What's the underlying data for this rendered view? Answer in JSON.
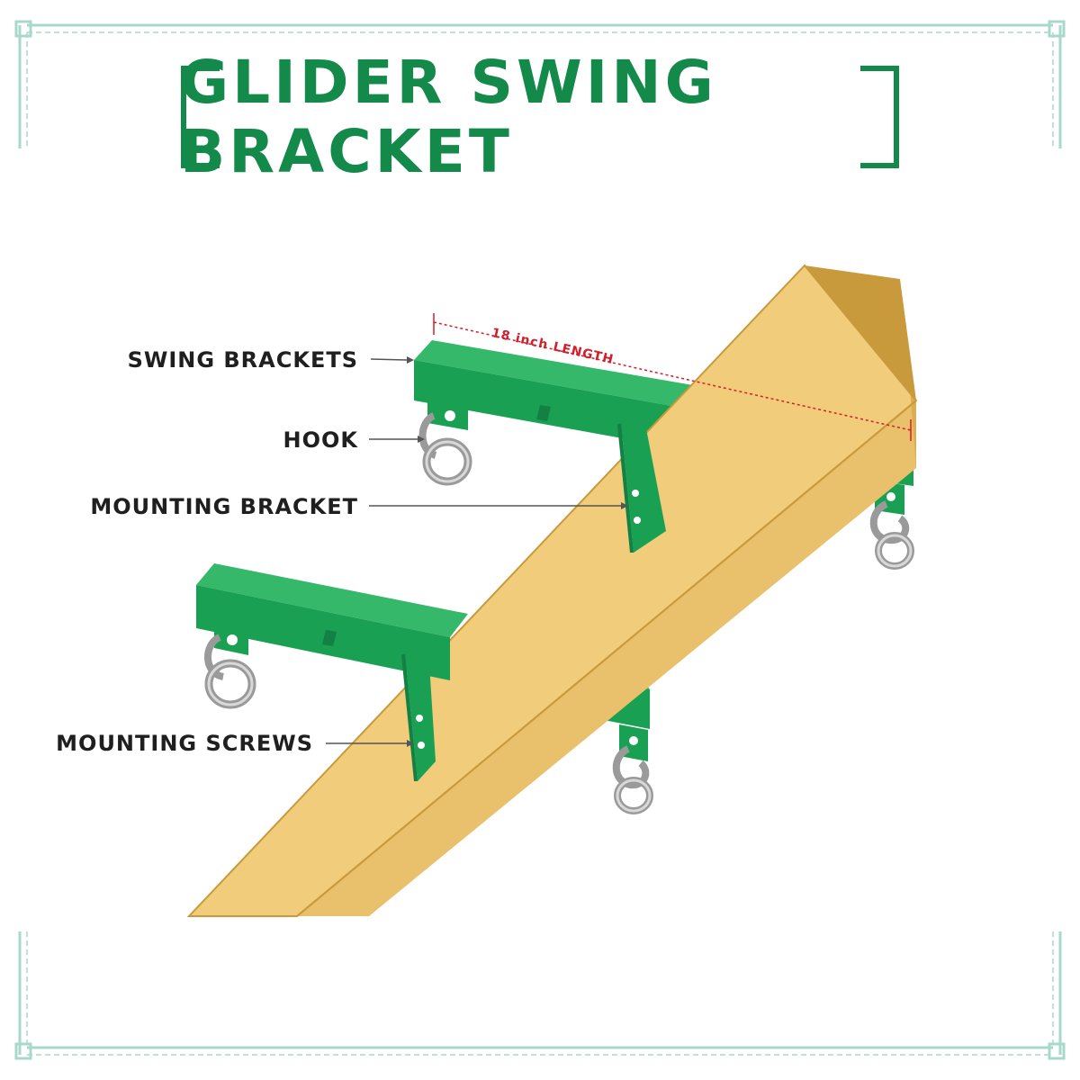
{
  "title": "GLIDER SWING BRACKET",
  "dimension_label": "18 inch LENGTH",
  "callouts": {
    "swing_brackets": "SWING BRACKETS",
    "hook": "HOOK",
    "mounting_bracket": "MOUNTING BRACKET",
    "mounting_screws": "MOUNTING SCREWS"
  },
  "colors": {
    "bracket_green": "#1aa052",
    "title_green": "#13894a",
    "wood": "#f1cd7b",
    "dimension_red": "#d21f2b",
    "border_teal": "#a8d7cc"
  }
}
